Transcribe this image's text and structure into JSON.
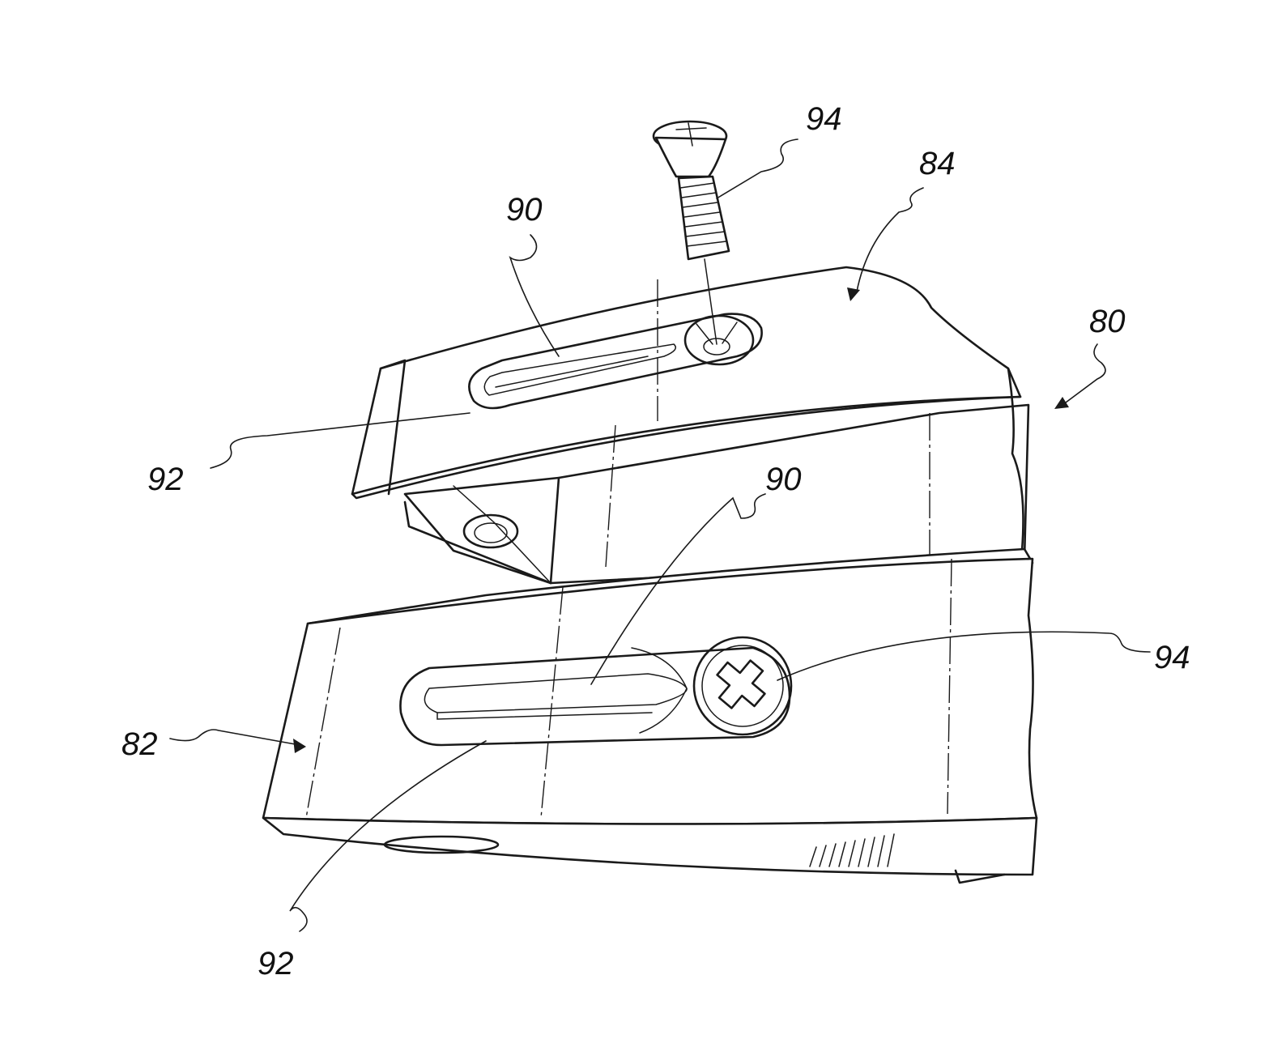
{
  "figure": {
    "reference_numerals": {
      "assembly": "80",
      "lower_member": "82",
      "upper_member": "84",
      "slot_top": "90",
      "slot_bottom": "90",
      "rim_top": "92",
      "rim_bottom": "92",
      "screw_top": "94",
      "screw_bottom": "94"
    }
  }
}
